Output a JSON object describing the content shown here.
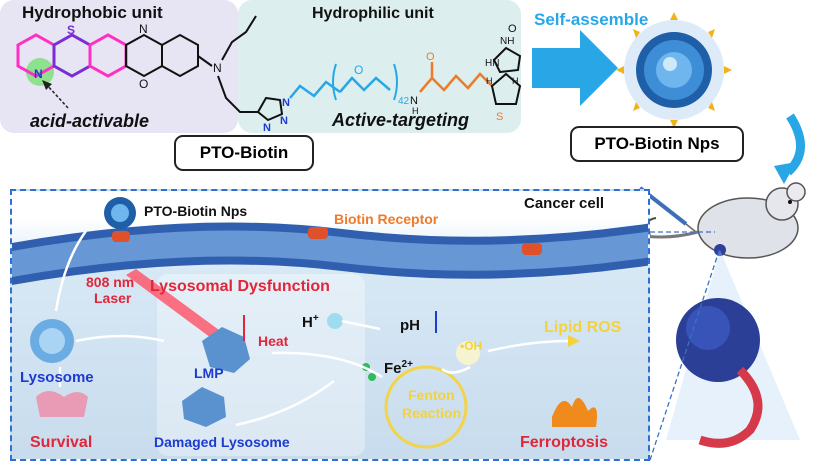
{
  "header": {
    "hydrophobic_title": "Hydrophobic unit",
    "hydrophilic_title": "Hydrophilic unit",
    "acid_activable": "acid-activable",
    "active_targeting": "Active-targeting",
    "compound_label": "PTO-Biotin",
    "self_assemble": "Self-assemble",
    "nps_label": "PTO-Biotin Nps"
  },
  "molecule": {
    "atom_s": "S",
    "atom_n_ring": "N",
    "atom_n_top": "N",
    "atom_o_ring": "O",
    "atom_n_amine": "N",
    "atom_n_triazole1": "N",
    "atom_n_triazole2": "N",
    "atom_n_triazole3": "N",
    "atom_n_linker": "N",
    "atom_o_peg": "O",
    "peg_repeat": "42",
    "atom_nh": "H",
    "atom_n2": "N",
    "atom_o_amide": "O",
    "atom_hn": "HN",
    "atom_nh2": "NH",
    "atom_o_biotin": "O",
    "atom_h1": "H",
    "atom_h2": "H",
    "atom_s_biotin": "S"
  },
  "cell_panel": {
    "cancer_cell": "Cancer cell",
    "nps_label": "PTO-Biotin Nps",
    "biotin_receptor": "Biotin Receptor",
    "laser_wavelength": "808 nm",
    "laser_word": "Laser",
    "lysosomal_dysfunction": "Lysosomal Dysfunction",
    "heat": "Heat",
    "lmp": "LMP",
    "proton": "H",
    "proton_sup": "+",
    "ph": "pH",
    "fe": "Fe",
    "fe_sup": "2+",
    "oh": "•OH",
    "lipid_ros": "Lipid ROS",
    "fenton_line1": "Fenton",
    "fenton_line2": "Reaction",
    "lysosome": "Lysosome",
    "survival": "Survival",
    "damaged_lysosome": "Damaged Lysosome",
    "ferroptosis": "Ferroptosis"
  },
  "colors": {
    "purple": "#7a2cd6",
    "magenta": "#ff2fc6",
    "orange": "#f07a2a",
    "blue_text": "#1d3bd1",
    "red_text": "#e2263a",
    "yellow_text": "#f5d23a",
    "accent_blue": "#27a7e8"
  }
}
